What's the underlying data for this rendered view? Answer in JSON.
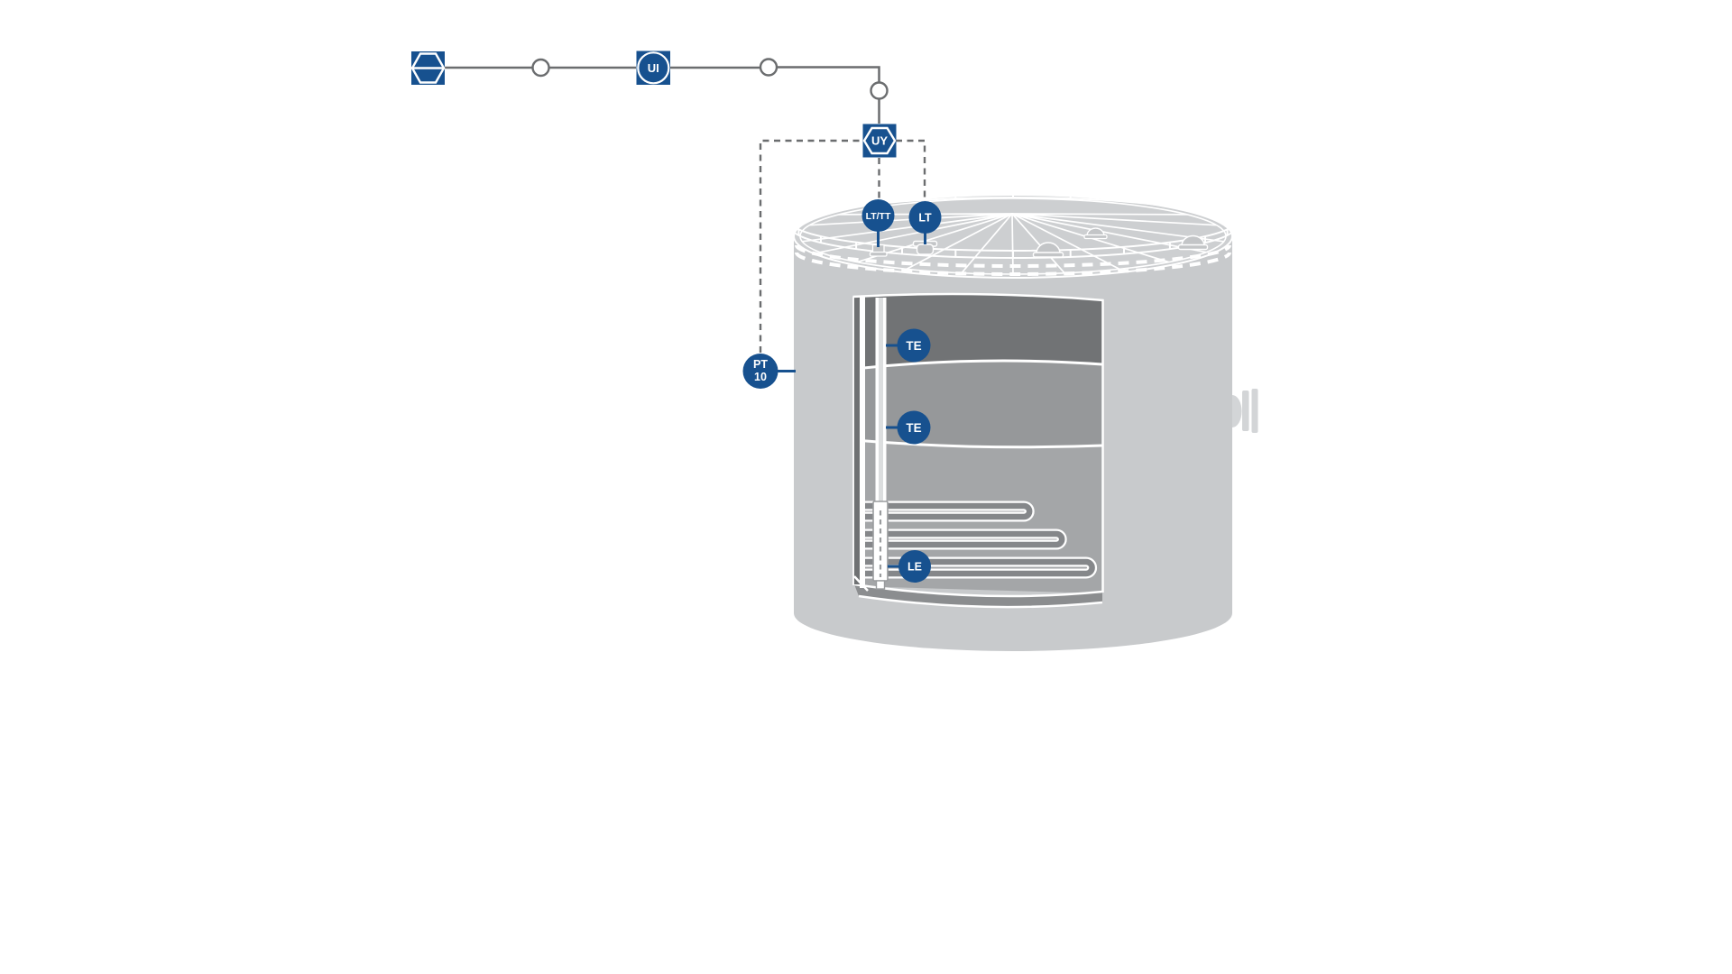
{
  "diagram": {
    "type": "tank-level-instrumentation-schematic",
    "labels": {
      "ui": "UI",
      "uy": "UY",
      "lt_tt": "LT/TT",
      "lt": "LT",
      "te_upper": "TE",
      "te_mid": "TE",
      "le": "LE",
      "pt_line1": "PT",
      "pt_line2": "10"
    },
    "icons": {
      "dcs": "hexagon-in-square-system-icon",
      "ui": "circle-in-square-shared-display-icon",
      "uy": "hexagon-in-square-computing-icon",
      "junction": "circle-junction-node"
    },
    "colors": {
      "accent": "#17518f",
      "line": "#6b6d6f",
      "body": "#c8cacc",
      "roof": "#cdcfd1",
      "band_dark": "#717375",
      "band_mid": "#96989a",
      "band_light": "#a4a6a8",
      "floor": "#8b8d8f",
      "coil": "#85878a",
      "nozzle": "#c3c5c7",
      "manway": "#d3d5d7",
      "probe_edge": "#9a9c9e",
      "pipe_inner": "#dcdedf",
      "wall_cut": "#6f7173",
      "background": "#ffffff"
    }
  }
}
